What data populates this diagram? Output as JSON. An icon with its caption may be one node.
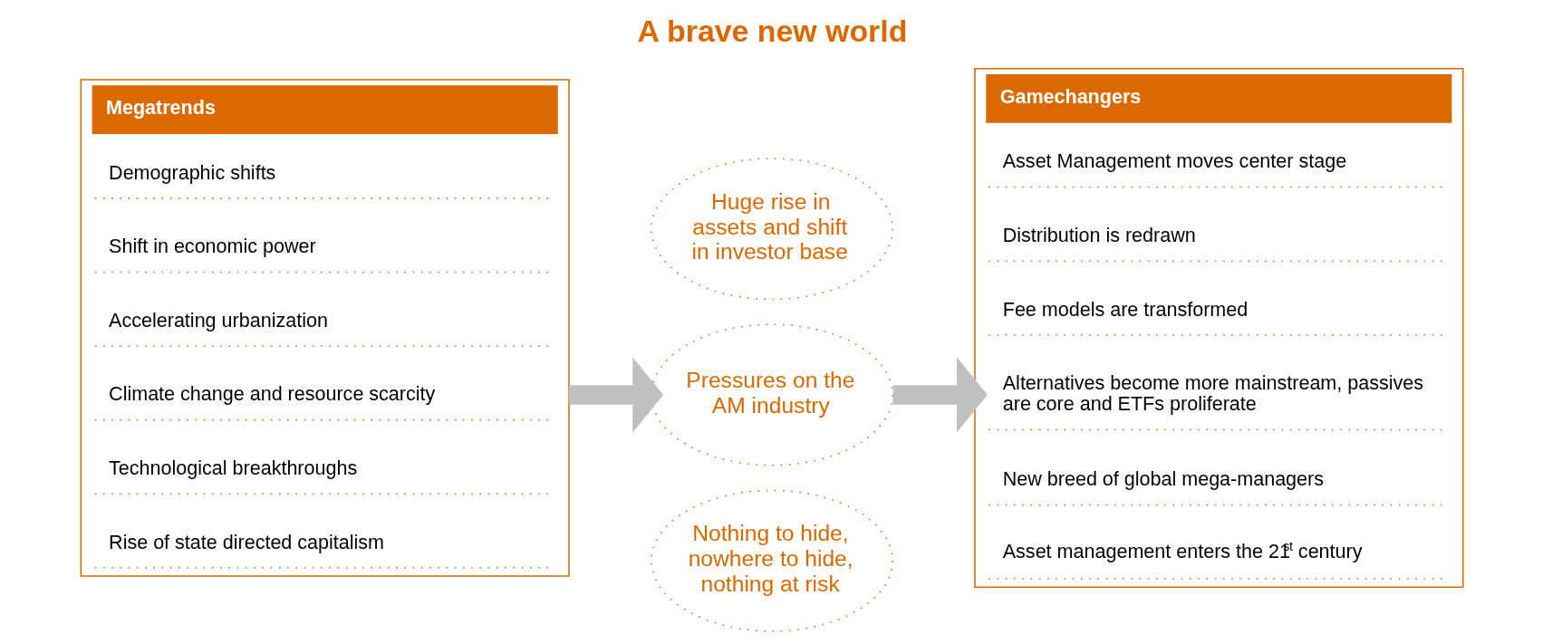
{
  "diagram": {
    "title": "A brave new world",
    "nodes": [
      {
        "text": [
          "Megatrends"
        ]
      },
      {
        "text": [
          "Demographic shifts"
        ],
        "in": 0
      },
      {
        "text": [
          "Shift in economic power"
        ],
        "in": 0
      },
      {
        "text": [
          "Accelerating urbanization"
        ],
        "in": 0
      },
      {
        "text": [
          "Climate change and resource scarcity"
        ],
        "in": 0
      },
      {
        "text": [
          "Technological breakthroughs"
        ],
        "in": 0
      },
      {
        "text": [
          "Rise of state directed capitalism"
        ],
        "in": 0
      },
      {
        "text": [
          "Huge rise in assets and shift in investor base"
        ]
      },
      {
        "text": [
          "Pressures on the AM industry"
        ]
      },
      {
        "text": [
          "Nothing to hide, nowhere to hide, nothing at risk"
        ]
      },
      {
        "text": [
          "Gamechangers"
        ]
      },
      {
        "text": [
          "Asset Management moves center stage"
        ],
        "in": 10
      },
      {
        "text": [
          "Distribution is redrawn"
        ],
        "in": 10
      },
      {
        "text": [
          "Fee models are transformed"
        ],
        "in": 10
      },
      {
        "text": [
          "Alternatives become more mainstream, passives are core and ETFs proliferate"
        ],
        "in": 10
      },
      {
        "text": [
          "New breed of global mega-managers"
        ],
        "in": 10
      },
      {
        "text": [
          "Asset management enters the 21$^{st}$ century"
        ],
        "in": 10
      }
    ],
    "edges": [
      {
        "from": 0,
        "to": 8,
        "arrow": "to",
        "color": "#c0c0c0"
      },
      {
        "from": 8,
        "to": 10,
        "arrow": "to",
        "color": "#c0c0c0"
      }
    ]
  }
}
